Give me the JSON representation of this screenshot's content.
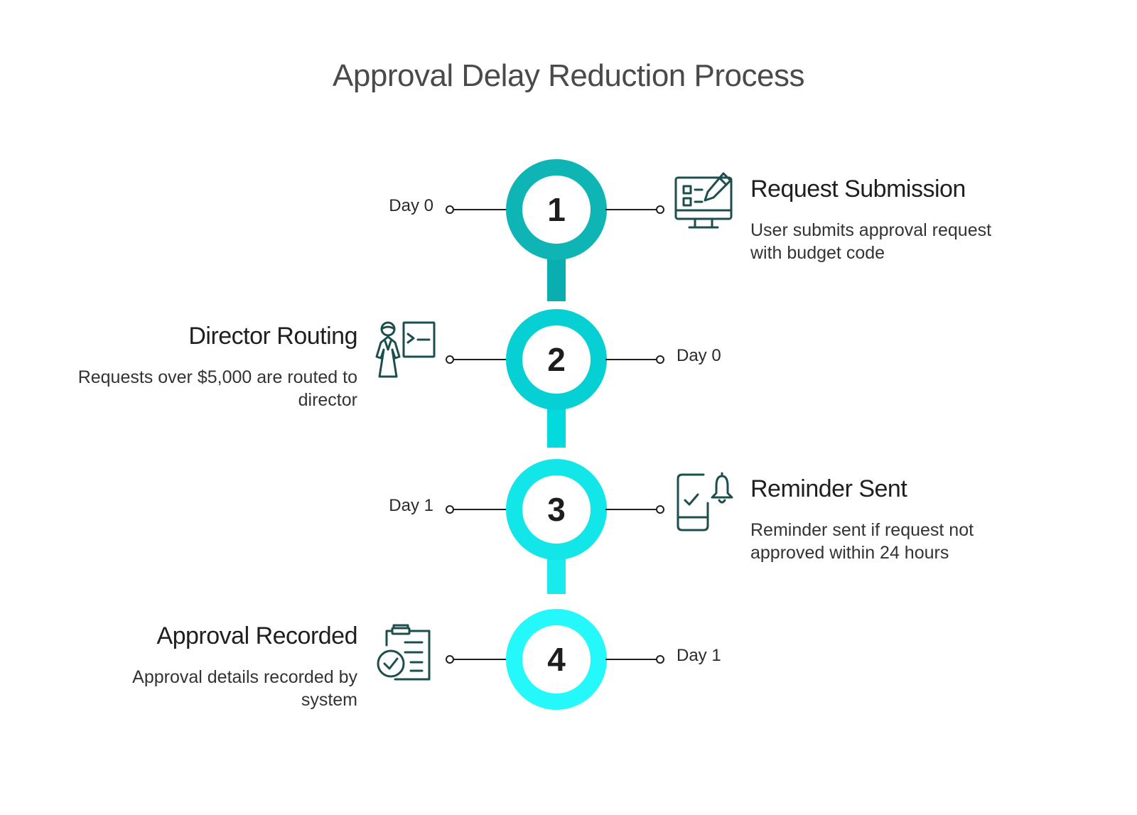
{
  "title": "Approval Delay Reduction Process",
  "colors": {
    "step1": "#0fb4b5",
    "step2": "#06d0d3",
    "step3": "#12e6e8",
    "step4": "#25f8fb",
    "icon": "#1d4e4e"
  },
  "steps": [
    {
      "number": "1",
      "day": "Day 0",
      "heading": "Request Submission",
      "description": "User submits approval request with budget code",
      "icon": "monitor-checklist-pencil-icon"
    },
    {
      "number": "2",
      "day": "Day 0",
      "heading": "Director Routing",
      "description": "Requests over $5,000 are routed to director",
      "icon": "director-presentation-icon"
    },
    {
      "number": "3",
      "day": "Day 1",
      "heading": "Reminder Sent",
      "description": "Reminder sent if request not approved within 24 hours",
      "icon": "phone-bell-check-icon"
    },
    {
      "number": "4",
      "day": "Day 1",
      "heading": "Approval Recorded",
      "description": "Approval details recorded by system",
      "icon": "clipboard-check-icon"
    }
  ]
}
